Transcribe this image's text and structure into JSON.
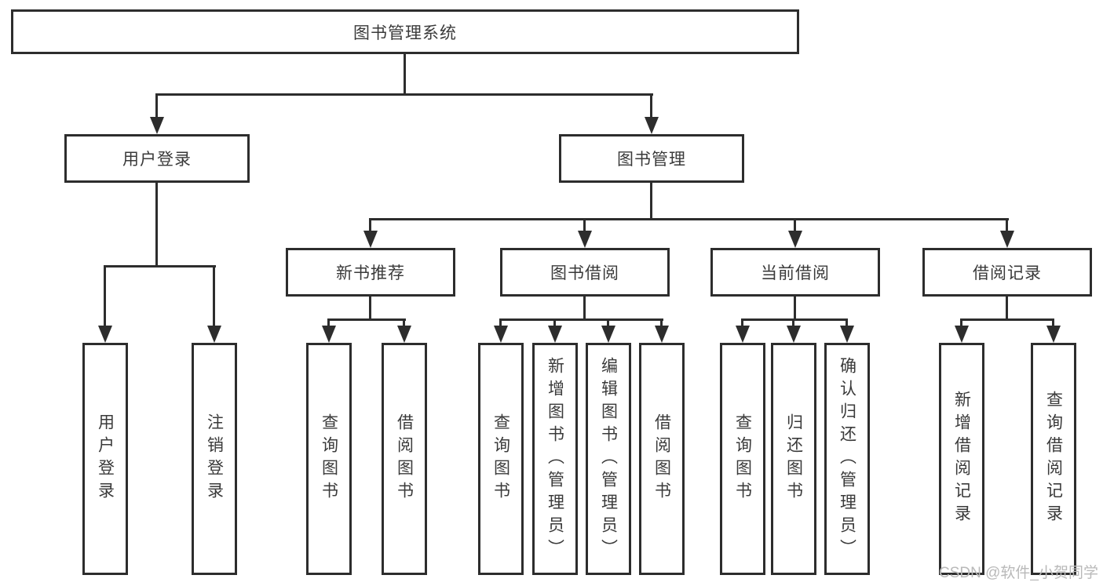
{
  "diagram": {
    "root": "图书管理系统",
    "branches": {
      "user_login": "用户登录",
      "book_mgmt": "图书管理"
    },
    "modules": {
      "new_book": "新书推荐",
      "borrow": "图书借阅",
      "current": "当前借阅",
      "record": "借阅记录"
    },
    "leaves": {
      "login": "用户登录",
      "logout": "注销登录",
      "nb_query": "查询图书",
      "nb_borrow": "借阅图书",
      "bw_query": "查询图书",
      "bw_add": "新增图书（管理员）",
      "bw_edit": "编辑图书（管理员）",
      "bw_borrow": "借阅图书",
      "cu_query": "查询图书",
      "cu_return": "归还图书",
      "cu_confirm": "确认归还（管理员）",
      "rc_add": "新增借阅记录",
      "rc_query": "查询借阅记录"
    }
  },
  "watermark": "CSDN @软件_小贺同学",
  "colors": {
    "line": "#2d2d2d",
    "text": "#3a3a3a",
    "watermark": "#b9b9b9",
    "background": "#ffffff"
  }
}
